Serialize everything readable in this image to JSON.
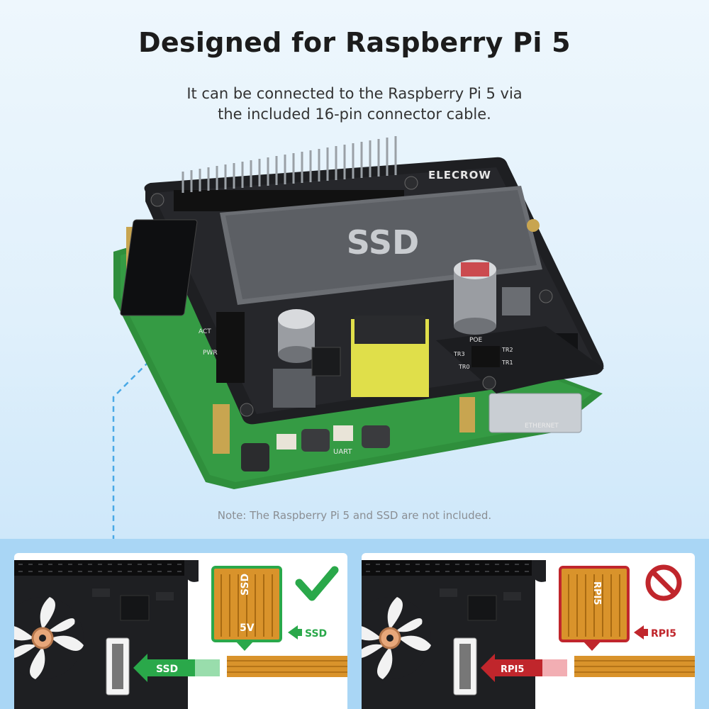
{
  "header": {
    "title": "Designed for Raspberry Pi 5",
    "subtitle_line1": "It can be connected to the Raspberry Pi 5 via",
    "subtitle_line2": "the included 16-pin connector cable."
  },
  "product": {
    "brand": "ELECROW",
    "ssd_label": "SSD",
    "board_labels": [
      "ACT",
      "PWR",
      "POE",
      "TR3",
      "TR2",
      "TR0",
      "TR1",
      "UART",
      "ETHERNET"
    ]
  },
  "note": "Note: The Raspberry Pi 5 and SSD are not included.",
  "correct_panel": {
    "status": "correct",
    "status_icon": "checkmark-icon",
    "cable_end_label": "SSD",
    "cable_text": "SSD",
    "cable_voltage": "5V",
    "arrow_label": "SSD",
    "accent": "#2aa84a"
  },
  "wrong_panel": {
    "status": "wrong",
    "status_icon": "prohibited-icon",
    "cable_end_label": "RPI5",
    "cable_text": "RPI5",
    "arrow_label": "RPI5",
    "accent": "#c0262c"
  },
  "colors": {
    "board_black": "#1e1f22",
    "pcb_green": "#2e8b3c",
    "cable_orange": "#d9932b",
    "correct_green": "#2aa84a",
    "wrong_red": "#c0262c"
  }
}
